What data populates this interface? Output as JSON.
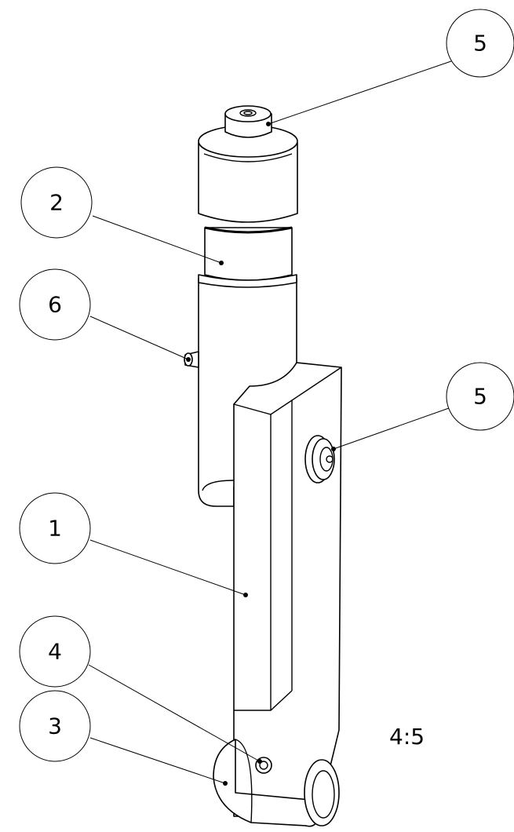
{
  "balloons": {
    "screw_top": "5",
    "sleeve": "2",
    "pin": "6",
    "screw_side": "5",
    "arm": "1",
    "fastener": "4",
    "eye_part": "3"
  },
  "scale": "4:5"
}
